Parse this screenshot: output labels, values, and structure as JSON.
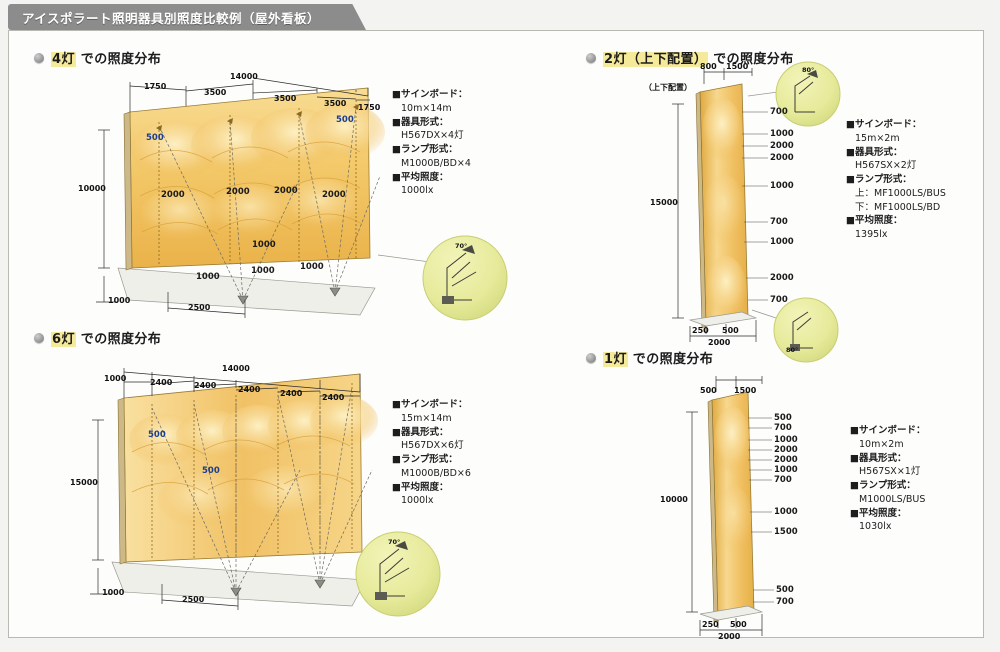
{
  "header": {
    "title": "アイスポラート照明器具別照度比較例（屋外看板）"
  },
  "sections": [
    {
      "id": "lamp4",
      "bullet": "bullet-icon",
      "title_prefix": "4灯",
      "title_rest": "での照度分布",
      "spec": {
        "signboard_label": "■サインボード：",
        "signboard_value": "10m×14m",
        "fixture_label": "■器具形式：",
        "fixture_value": "H567DX×4灯",
        "lamp_label": "■ランプ形式：",
        "lamp_value": "M1000B/BD×4",
        "avg_label": "■平均照度：",
        "avg_value": "1000lx"
      },
      "dims": {
        "total_width": "14000",
        "segments": [
          "1750",
          "3500",
          "3500",
          "3500",
          "1750"
        ],
        "board_height": "10000",
        "mount_height": "1000",
        "projection": "2500"
      },
      "lux_labels": [
        "500",
        "500",
        "2000",
        "2000",
        "2000",
        "2000",
        "1000",
        "1000",
        "1000",
        "1000"
      ],
      "callout_angle": "70°"
    },
    {
      "id": "lamp6",
      "bullet": "bullet-icon",
      "title_prefix": "6灯",
      "title_rest": "での照度分布",
      "spec": {
        "signboard_label": "■サインボード：",
        "signboard_value": "15m×14m",
        "fixture_label": "■器具形式：",
        "fixture_value": "H567DX×6灯",
        "lamp_label": "■ランプ形式：",
        "lamp_value": "M1000B/BD×6",
        "avg_label": "■平均照度：",
        "avg_value": "1000lx"
      },
      "dims": {
        "total_width": "14000",
        "segments": [
          "1000",
          "2400",
          "2400",
          "2400",
          "2400",
          "2400"
        ],
        "board_height": "15000",
        "mount_height": "1000",
        "projection": "2500"
      },
      "lux_labels": [
        "500",
        "500"
      ],
      "callout_angle": "70°"
    },
    {
      "id": "lamp2",
      "bullet": "bullet-icon",
      "title_prefix": "2灯（上下配置）",
      "title_rest": "での照度分布",
      "spec": {
        "signboard_label": "■サインボード：",
        "signboard_value": "15m×2m",
        "fixture_label": "■器具形式：",
        "fixture_value": "H567SX×2灯",
        "lamp_label": "■ランプ形式：",
        "lamp_value_top": "上：MF1000LS/BUS",
        "lamp_value_bottom": "下：MF1000LS/BD",
        "avg_label": "■平均照度：",
        "avg_value": "1395lx"
      },
      "dims": {
        "top_note": "（上下配置）",
        "top_a": "800",
        "top_b": "1500",
        "board_height": "15000",
        "base_a": "250",
        "base_b": "500",
        "projection": "2000"
      },
      "lux_labels": [
        "700",
        "1000",
        "2000",
        "2000",
        "1000",
        "700",
        "1000",
        "2000",
        "700"
      ],
      "callout_angle_top": "80°",
      "callout_angle_bottom": "80°"
    },
    {
      "id": "lamp1",
      "bullet": "bullet-icon",
      "title_prefix": "1灯",
      "title_rest": "での照度分布",
      "spec": {
        "signboard_label": "■サインボード：",
        "signboard_value": "10m×2m",
        "fixture_label": "■器具形式：",
        "fixture_value": "H567SX×1灯",
        "lamp_label": "■ランプ形式：",
        "lamp_value": "M1000LS/BUS",
        "avg_label": "■平均照度：",
        "avg_value": "1030lx"
      },
      "dims": {
        "top_a": "500",
        "top_b": "1500",
        "board_height": "10000",
        "base_a": "250",
        "base_b": "500",
        "projection": "2000"
      },
      "lux_labels": [
        "500",
        "700",
        "1000",
        "2000",
        "2000",
        "1000",
        "700",
        "1000",
        "1500",
        "500",
        "700"
      ]
    }
  ],
  "colors": {
    "board_light": "#f8d98a",
    "board_mid": "#f2c261",
    "board_dark": "#e8ae45",
    "callout_fill": "#e9eda0",
    "tab_gray": "#8c8c8c",
    "lux_blue": "#1b3f8f"
  }
}
